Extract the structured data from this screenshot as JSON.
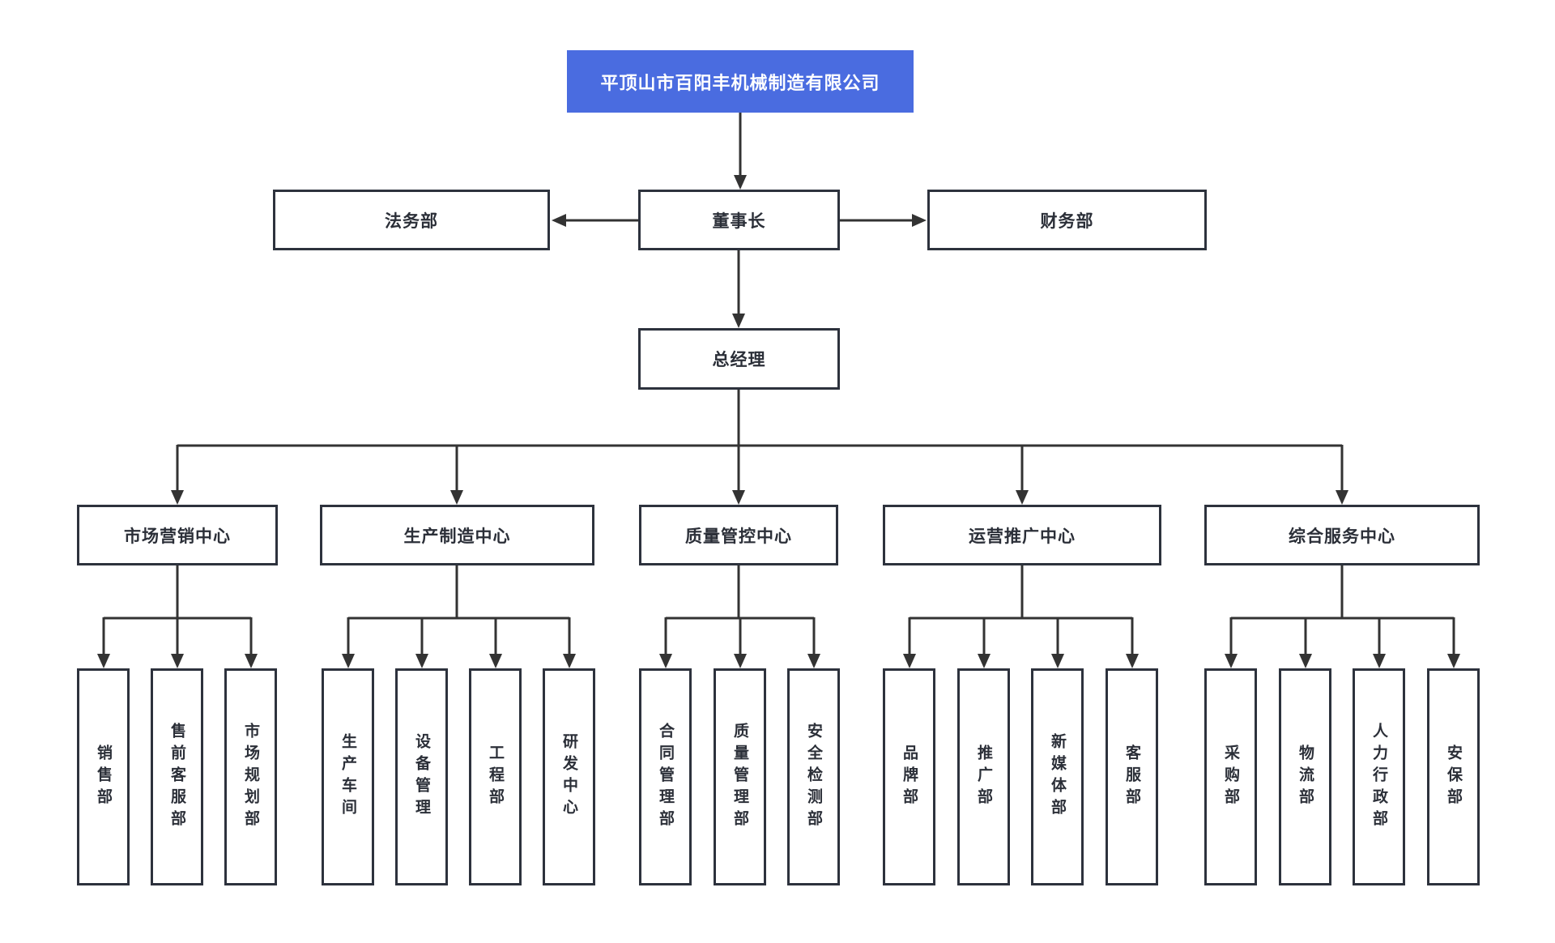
{
  "colors": {
    "accent_blue": "#4a6ce0",
    "root_text": "#ffffff",
    "box_border": "#2d323d",
    "line_color": "#333333",
    "box_text": "#2b2f38",
    "page_bg": "#ffffff"
  },
  "org": {
    "root": {
      "label": "平顶山市百阳丰机械制造有限公司"
    },
    "level2": {
      "left": {
        "label": "法务部"
      },
      "center": {
        "label": "董事长"
      },
      "right": {
        "label": "财务部"
      }
    },
    "level3": {
      "label": "总经理"
    },
    "centers": [
      {
        "label": "市场营销中心",
        "children": [
          {
            "label": "销售部"
          },
          {
            "label": "售前客服部"
          },
          {
            "label": "市场规划部"
          }
        ]
      },
      {
        "label": "生产制造中心",
        "children": [
          {
            "label": "生产车间"
          },
          {
            "label": "设备管理"
          },
          {
            "label": "工程部"
          },
          {
            "label": "研发中心"
          }
        ]
      },
      {
        "label": "质量管控中心",
        "children": [
          {
            "label": "合同管理部"
          },
          {
            "label": "质量管理部"
          },
          {
            "label": "安全检测部"
          }
        ]
      },
      {
        "label": "运营推广中心",
        "children": [
          {
            "label": "品牌部"
          },
          {
            "label": "推广部"
          },
          {
            "label": "新媒体部"
          },
          {
            "label": "客服部"
          }
        ]
      },
      {
        "label": "综合服务中心",
        "children": [
          {
            "label": "采购部"
          },
          {
            "label": "物流部"
          },
          {
            "label": "人力行政部"
          },
          {
            "label": "安保部"
          }
        ]
      }
    ]
  }
}
